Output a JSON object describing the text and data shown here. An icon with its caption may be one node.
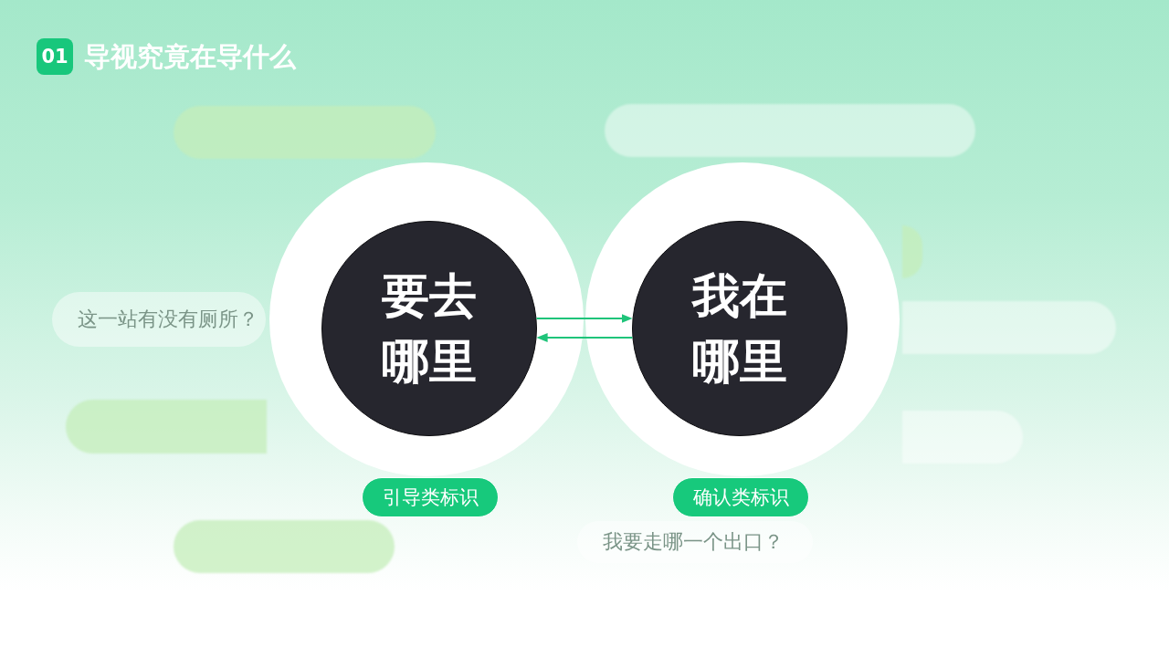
{
  "diagram": {
    "title": "导视究竟在导什么",
    "nodes": [
      {
        "text": [],
        "shape": "circle"
      },
      {
        "text": [
          "要去哪里"
        ],
        "in": 0
      },
      {
        "text": [],
        "shape": "circle"
      },
      {
        "text": [
          "我在哪里"
        ],
        "in": 2
      },
      {
        "text": [
          "引导类标识"
        ]
      },
      {
        "text": [
          "确认类标识"
        ]
      },
      {
        "text": [],
        "shape": "box"
      },
      {
        "text": [],
        "shape": "box"
      },
      {
        "text": [],
        "shape": "box"
      },
      {
        "text": [
          "这一站有没有厕所？"
        ]
      },
      {
        "text": [],
        "shape": "box"
      },
      {
        "text": [],
        "shape": "box"
      },
      {
        "text": [],
        "shape": "box"
      },
      {
        "text": [
          "我要走哪一个出口？"
        ]
      },
      {
        "text": [],
        "shape": "box"
      }
    ],
    "edges": [
      {
        "from": 1,
        "to": 3,
        "arrow": "to"
      },
      {
        "from": 3,
        "to": 1,
        "arrow": "to"
      }
    ],
    "labels": [
      "01"
    ]
  }
}
